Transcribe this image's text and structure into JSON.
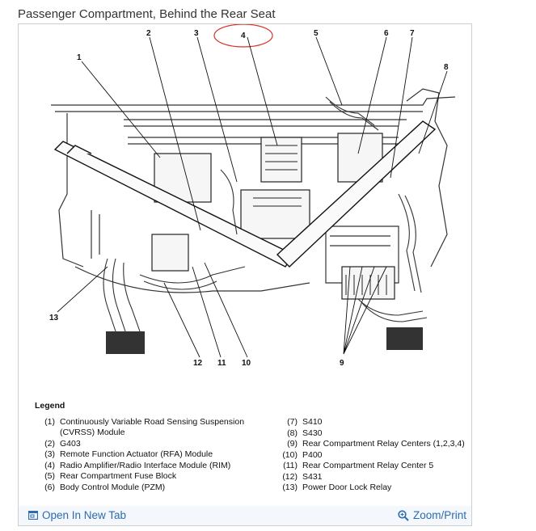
{
  "page": {
    "title": "Passenger Compartment, Behind the Rear Seat"
  },
  "diagram": {
    "callouts": [
      "1",
      "2",
      "3",
      "4",
      "5",
      "6",
      "7",
      "8",
      "9",
      "10",
      "11",
      "12",
      "13"
    ]
  },
  "legend": {
    "heading": "Legend",
    "left_items": [
      {
        "num": "(1)",
        "text": "Continuously Variable Road Sensing Suspension (CVRSS) Module"
      },
      {
        "num": "(2)",
        "text": "G403"
      },
      {
        "num": "(3)",
        "text": "Remote Function Actuator (RFA) Module"
      },
      {
        "num": "(4)",
        "text": "Radio Amplifier/Radio Interface Module (RIM)"
      },
      {
        "num": "(5)",
        "text": "Rear Compartment Fuse Block"
      },
      {
        "num": "(6)",
        "text": "Body Control Module (PZM)"
      }
    ],
    "right_items": [
      {
        "num": "(7)",
        "text": "S410"
      },
      {
        "num": "(8)",
        "text": "S430"
      },
      {
        "num": "(9)",
        "text": "Rear Compartment Relay Centers (1,2,3,4)"
      },
      {
        "num": "(10)",
        "text": "P400"
      },
      {
        "num": "(11)",
        "text": "Rear Compartment Relay Center 5"
      },
      {
        "num": "(12)",
        "text": "S431"
      },
      {
        "num": "(13)",
        "text": "Power Door Lock Relay"
      }
    ]
  },
  "footer": {
    "open_label": "Open In New Tab",
    "zoom_label": "Zoom/Print",
    "link_color": "#2b6cb0",
    "highlight_color": "#d9312b"
  }
}
